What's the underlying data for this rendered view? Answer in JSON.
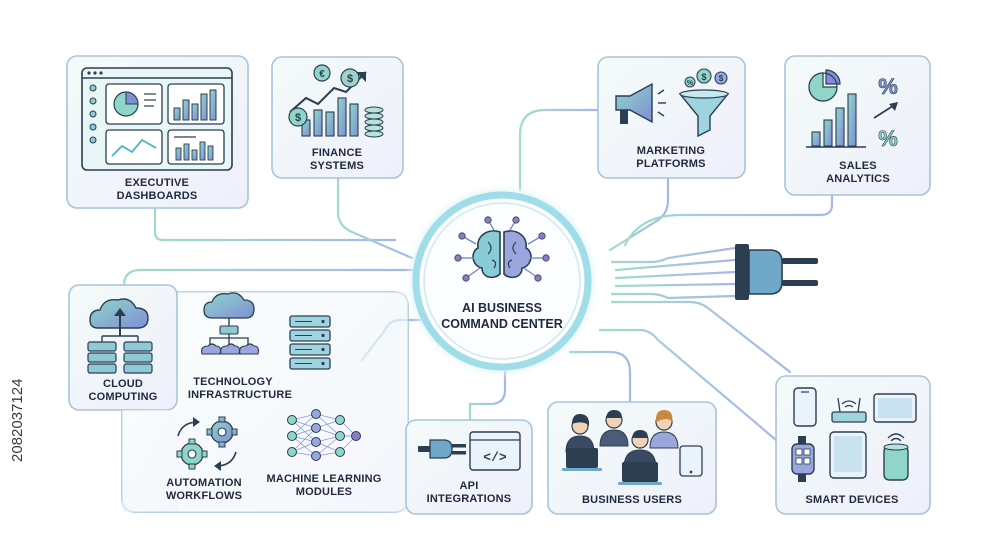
{
  "center": {
    "line1": "AI BUSINESS",
    "line2": "COMMAND CENTER",
    "icon": "brain-network-icon"
  },
  "modules": {
    "executive": {
      "line1": "EXECUTIVE",
      "line2": "DASHBOARDS",
      "icon": "dashboard-icon"
    },
    "finance": {
      "line1": "FINANCE",
      "line2": "SYSTEMS",
      "icon": "finance-growth-icon"
    },
    "marketing": {
      "line1": "MARKETING",
      "line2": "PLATFORMS",
      "icon": "megaphone-funnel-icon"
    },
    "sales": {
      "line1": "SALES",
      "line2": "ANALYTICS",
      "icon": "bar-chart-percent-icon"
    },
    "cloud": {
      "line1": "CLOUD",
      "line2": "COMPUTING",
      "icon": "cloud-server-icon"
    },
    "technology": {
      "line1": "TECHNOLOGY",
      "line2": "INFRASTRUCTURE",
      "icon": "cloud-network-icon"
    },
    "automation": {
      "line1": "AUTOMATION",
      "line2": "WORKFLOWS",
      "icon": "gears-cycle-icon"
    },
    "ml": {
      "line1": "MACHINE LEARNING",
      "line2": "MODULES",
      "icon": "neural-network-icon"
    },
    "api": {
      "line1": "API",
      "line2": "INTEGRATIONS",
      "icon": "plug-code-icon"
    },
    "users": {
      "line1": "BUSINESS USERS",
      "icon": "people-laptops-icon"
    },
    "devices": {
      "line1": "SMART DEVICES",
      "icon": "devices-icon"
    }
  },
  "power": {
    "icon": "power-plug-icon"
  },
  "stock_id": "2082037124",
  "colors": {
    "card_border": "#a8c4d8",
    "connector": "#a4cfe0",
    "ring": "#8fd3e8",
    "icon_fill": "#6fb8c9",
    "icon_stroke": "#2c3e50",
    "accent_teal": "#4fb3bf",
    "accent_purple": "#8e7cc3"
  }
}
